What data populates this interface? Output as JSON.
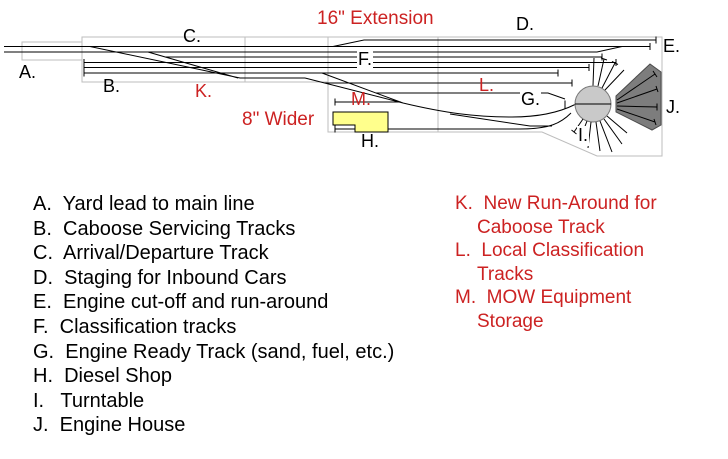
{
  "diagram": {
    "annotations": {
      "extension": "16\" Extension",
      "wider": "8\" Wider"
    },
    "markers": {
      "A": "A.",
      "B": "B.",
      "C": "C.",
      "D": "D.",
      "E": "E.",
      "F": "F.",
      "G": "G.",
      "H": "H.",
      "I": "I.",
      "J": "J.",
      "K": "K.",
      "L": "L.",
      "M": "M."
    },
    "features": {
      "turntable": "Turntable",
      "engine_house": "Engine House",
      "diesel_shop": "Diesel Shop"
    },
    "colors": {
      "annotation_red": "#cc2222",
      "building_yellow": "#ffff8c",
      "turntable_gray": "#c9c9c9",
      "engine_house_gray": "#7d7d7d",
      "benchwork_outline": "#bdbdbd",
      "track_black": "#000000"
    }
  },
  "legend_black": {
    "rows": [
      "A.  Yard lead to main line",
      "B.  Caboose Servicing Tracks",
      "C.  Arrival/Departure Track",
      "D.  Staging for Inbound Cars",
      "E.  Engine cut-off and run-around",
      "F.  Classification tracks",
      "G.  Engine Ready Track (sand, fuel, etc.)",
      "H.  Diesel Shop",
      "I.   Turntable",
      "J.  Engine House"
    ]
  },
  "legend_red": {
    "rows": [
      "K.  New Run-Around for",
      "Caboose Track",
      "L.  Local Classification",
      "Tracks",
      "M.  MOW Equipment",
      "Storage"
    ]
  }
}
